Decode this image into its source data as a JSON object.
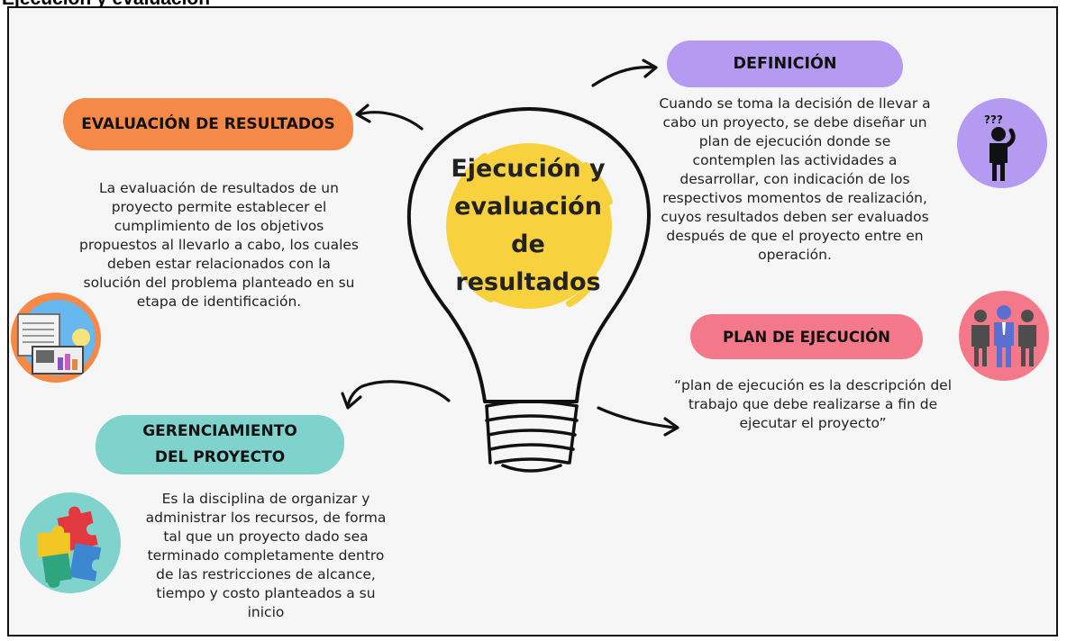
{
  "header_text": "Ejecución y evaluación",
  "center_title": [
    "Ejecución y",
    "evaluación",
    "de",
    "resultados"
  ],
  "sections": {
    "evaluacion": {
      "title": "EVALUACIÓN DE RESULTADOS",
      "color": "#f58a48",
      "lines": [
        "La evaluación de resultados de un",
        "proyecto permite establecer el",
        "cumplimiento de los objetivos",
        "propuestos al llevarlo a cabo, los cuales",
        "deben estar relacionados con la",
        "solución del problema planteado en su",
        "etapa de identificación."
      ]
    },
    "definicion": {
      "title": "DEFINICIÓN",
      "color": "#b49af0",
      "lines": [
        "Cuando se toma la decisión de llevar a",
        "cabo un proyecto, se debe diseñar un",
        "plan de ejecución donde se",
        "contemplen las actividades a",
        "desarrollar, con indicación de los",
        "respectivos momentos de realización,",
        "cuyos resultados deben ser evaluados",
        "después de que el proyecto entre en",
        "operación."
      ]
    },
    "plan": {
      "title": "PLAN DE EJECUCIÓN",
      "color": "#f3798a",
      "lines": [
        "“plan de ejecución es la descripción del",
        "trabajo que debe realizarse a fin de",
        "ejecutar el proyecto”"
      ]
    },
    "gerenciamiento": {
      "title": [
        "GERENCIAMIENTO",
        "DEL PROYECTO"
      ],
      "color": "#7fd3cc",
      "lines": [
        "Es la disciplina de organizar y",
        "administrar los recursos, de forma",
        "tal que un proyecto dado sea",
        "terminado completamente dentro",
        "de las restricciones de alcance,",
        "tiempo y costo planteados a su",
        "inicio"
      ]
    }
  },
  "icons": {
    "question_person": "question-person-icon",
    "business_people": "business-people-icon",
    "documents": "documents-icon",
    "puzzle": "puzzle-icon"
  },
  "bulb_color": "#f7d23e"
}
